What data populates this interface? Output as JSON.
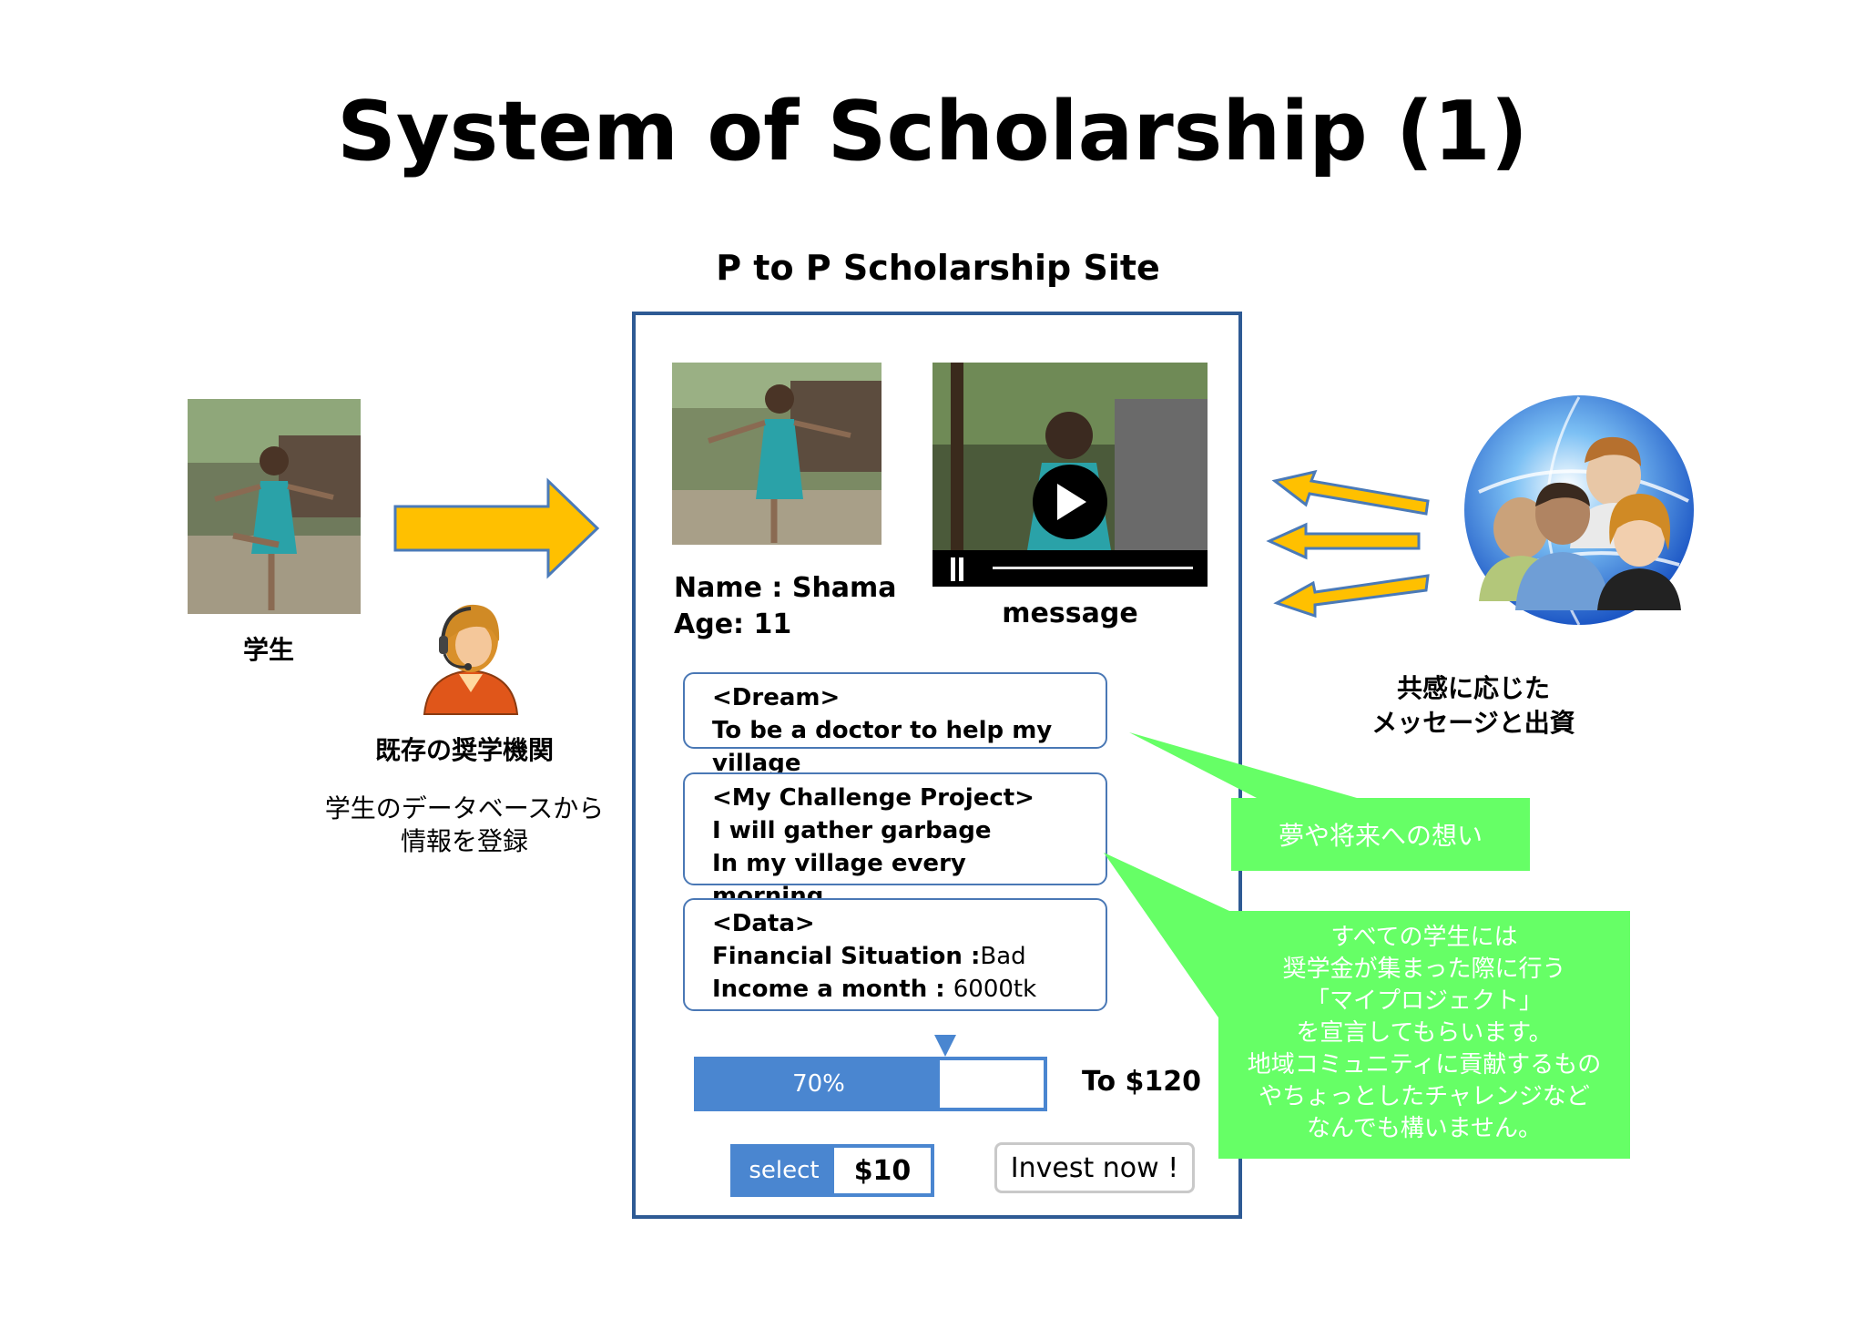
{
  "title": "System of Scholarship (1)",
  "site": {
    "title": "P to P Scholarship Site",
    "profile": {
      "name_label": "Name : Shama",
      "age_label": "Age: 11"
    },
    "video_caption": "message",
    "cards": {
      "dream": {
        "heading": "<Dream>",
        "line1": "To be a doctor to help my village"
      },
      "challenge": {
        "heading": "<My Challenge Project>",
        "line1": "I will gather garbage",
        "line2": "In my village every morning"
      },
      "data": {
        "heading": "<Data>",
        "financial_label": "Financial Situation :",
        "financial_value": "Bad",
        "income_label": "Income a month : ",
        "income_value": "6000tk"
      }
    },
    "progress": {
      "percent": 70,
      "percent_label": "70%",
      "goal_label": "To $120"
    },
    "select_label": "select",
    "select_value": "$10",
    "invest_button": "Invest now !"
  },
  "left": {
    "student_label": "学生",
    "institution_label": "既存の奨学機関",
    "institution_desc_line1": "学生のデータベースから",
    "institution_desc_line2": "情報を登録"
  },
  "right": {
    "supporters_line1": "共感に応じた",
    "supporters_line2": "メッセージと出資"
  },
  "callouts": {
    "dream_callout": "夢や将来への想い",
    "project_callout": [
      "すべての学生には",
      "奨学金が集まった際に行う",
      "「マイプロジェクト」",
      "を宣言してもらいます。",
      "地域コミュニティに貢献するもの",
      "やちょっとしたチャレンジなど",
      "なんでも構いません。"
    ]
  },
  "colors": {
    "arrow": "#ffc000",
    "arrow_outline": "#4a7ab8",
    "frame": "#2e5a94",
    "accent_blue": "#4a86d0",
    "callout_green": "#66ff66"
  }
}
